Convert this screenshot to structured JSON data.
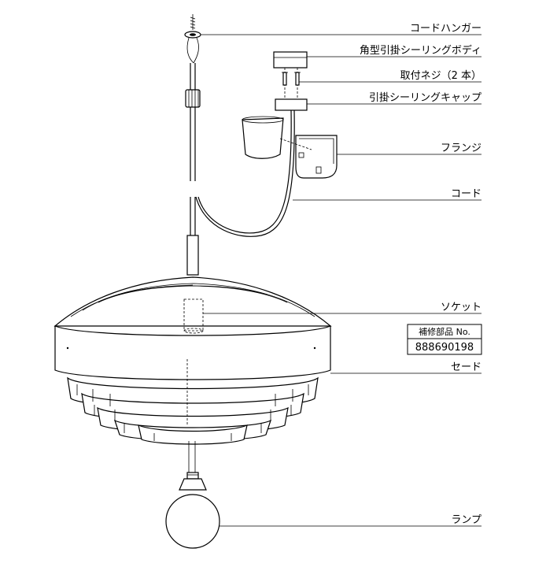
{
  "labels": {
    "cord_hanger": "コードハンガー",
    "ceiling_body": "角型引掛シーリングボディ",
    "screws": "取付ネジ（2 本）",
    "ceiling_cap": "引掛シーリングキャップ",
    "flange": "フランジ",
    "cord": "コード",
    "socket": "ソケット",
    "shade": "セード",
    "lamp": "ランプ"
  },
  "part_number_box": {
    "title": "補修部品 No.",
    "number": "888690198"
  }
}
